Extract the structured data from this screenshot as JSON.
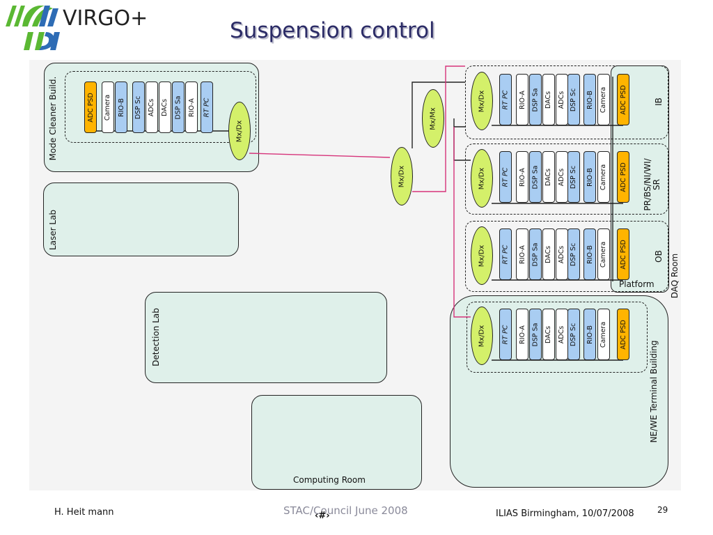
{
  "header": {
    "logo_text": "VIRGO+",
    "title": "Suspension control"
  },
  "rooms": {
    "mode_cleaner": "Mode Cleaner Build.",
    "laser_lab": "Laser Lab",
    "detection_lab": "Detection Lab",
    "computing_room": "Computing Room",
    "daq_room": "DAQ Room",
    "terminal": "NE/WE Terminal Building",
    "platform": "Platform"
  },
  "towers": {
    "ib": "IB",
    "pr": "PR/BS/NI/WI/\nSR",
    "ob": "OB"
  },
  "crate_labels": {
    "mc": [
      "ADC PSD",
      "Camera",
      "RIO-B",
      "DSP Sc",
      "ADCs",
      "DACs",
      "DSP Sa",
      "RIO-A",
      "RT PC"
    ],
    "tower": [
      "RT PC",
      "RIO-A",
      "DSP Sa",
      "DACs",
      "ADCs",
      "DSP Sc",
      "RIO-B",
      "Camera",
      "ADC PSD"
    ]
  },
  "switches": {
    "mxdx": "Mx/Dx",
    "mxmx": "Mx/Mx"
  },
  "footer": {
    "author": "H. Heit   mann",
    "event": "STAC/Council June 2008",
    "slide_marker": "‹#›",
    "venue": "ILIAS Birmingham, 10/07/2008",
    "page": "29"
  },
  "colors": {
    "room_fill": "#dff0ea",
    "blue_module": "#a9cdf2",
    "orange_module": "#ffb400",
    "switch_fill": "#d4f06a",
    "link_pink": "#d6337a",
    "title": "#2b2b66"
  }
}
